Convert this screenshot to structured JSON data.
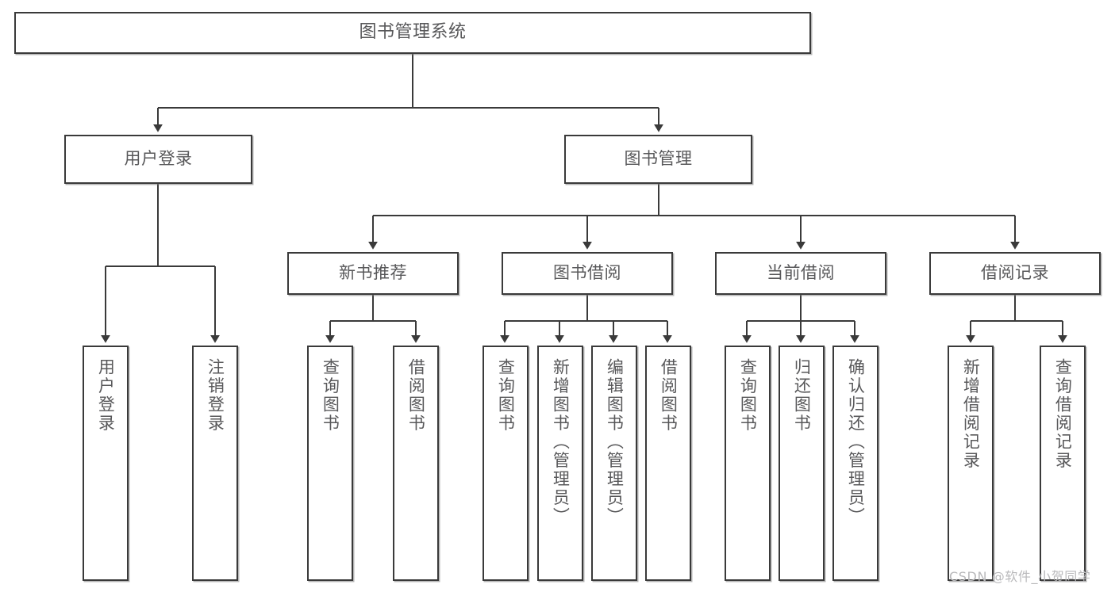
{
  "diagram": {
    "type": "tree-hierarchy",
    "title": "图书管理系统",
    "watermark": "CSDN @软件_小贺同学",
    "colors": {
      "background": "#ffffff",
      "node_border": "#3a3a3a",
      "node_fill": "#ffffff",
      "text": "#58585a",
      "edge": "#3a3a3a",
      "watermark": "#b9b9bb"
    },
    "levels": {
      "level0_label": "图书管理系统",
      "level1_labels": [
        "用户登录",
        "图书管理"
      ],
      "level2_labels": [
        "新书推荐",
        "图书借阅",
        "当前借阅",
        "借阅记录"
      ]
    },
    "nodes": [
      {
        "id": "root",
        "label": "图书管理系统",
        "orientation": "horizontal",
        "level": 0,
        "parent": null
      },
      {
        "id": "n1",
        "label": "用户登录",
        "orientation": "horizontal",
        "level": 1,
        "parent": "root"
      },
      {
        "id": "n2",
        "label": "图书管理",
        "orientation": "horizontal",
        "level": 1,
        "parent": "root"
      },
      {
        "id": "n1a",
        "label": "用户登录",
        "orientation": "vertical",
        "level": 2,
        "parent": "n1"
      },
      {
        "id": "n1b",
        "label": "注销登录",
        "orientation": "vertical",
        "level": 2,
        "parent": "n1"
      },
      {
        "id": "n2a",
        "label": "新书推荐",
        "orientation": "horizontal",
        "level": 2,
        "parent": "n2"
      },
      {
        "id": "n2b",
        "label": "图书借阅",
        "orientation": "horizontal",
        "level": 2,
        "parent": "n2"
      },
      {
        "id": "n2c",
        "label": "当前借阅",
        "orientation": "horizontal",
        "level": 2,
        "parent": "n2"
      },
      {
        "id": "n2d",
        "label": "借阅记录",
        "orientation": "horizontal",
        "level": 2,
        "parent": "n2"
      },
      {
        "id": "n2a1",
        "label": "查询图书",
        "orientation": "vertical",
        "level": 3,
        "parent": "n2a"
      },
      {
        "id": "n2a2",
        "label": "借阅图书",
        "orientation": "vertical",
        "level": 3,
        "parent": "n2a"
      },
      {
        "id": "n2b1",
        "label": "查询图书",
        "orientation": "vertical",
        "level": 3,
        "parent": "n2b"
      },
      {
        "id": "n2b2",
        "label": "新增图书（管理员）",
        "orientation": "vertical",
        "level": 3,
        "parent": "n2b"
      },
      {
        "id": "n2b3",
        "label": "编辑图书（管理员）",
        "orientation": "vertical",
        "level": 3,
        "parent": "n2b"
      },
      {
        "id": "n2b4",
        "label": "借阅图书",
        "orientation": "vertical",
        "level": 3,
        "parent": "n2b"
      },
      {
        "id": "n2c1",
        "label": "查询图书",
        "orientation": "vertical",
        "level": 3,
        "parent": "n2c"
      },
      {
        "id": "n2c2",
        "label": "归还图书",
        "orientation": "vertical",
        "level": 3,
        "parent": "n2c"
      },
      {
        "id": "n2c3",
        "label": "确认归还（管理员）",
        "orientation": "vertical",
        "level": 3,
        "parent": "n2c"
      },
      {
        "id": "n2d1",
        "label": "新增借阅记录",
        "orientation": "vertical",
        "level": 3,
        "parent": "n2d"
      },
      {
        "id": "n2d2",
        "label": "查询借阅记录",
        "orientation": "vertical",
        "level": 3,
        "parent": "n2d"
      }
    ]
  }
}
